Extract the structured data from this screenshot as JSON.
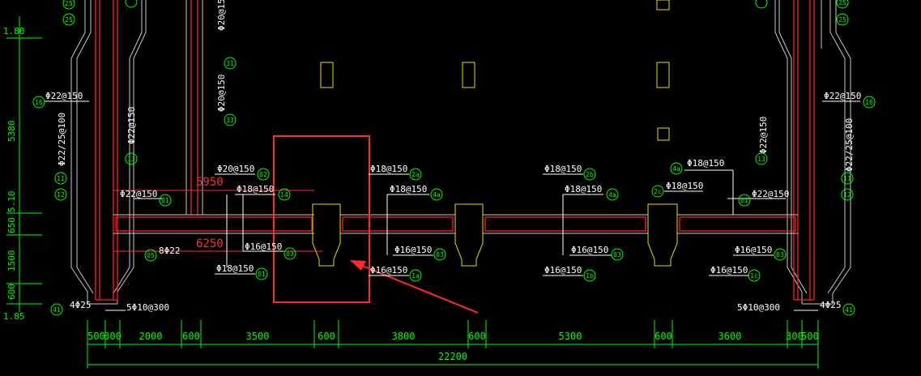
{
  "colors": {
    "background": "#000000",
    "wall": "#c8c8c8",
    "rebar": "#ff2020",
    "concrete": "#e8e000",
    "dim": "#00ff00",
    "label": "#ffffff",
    "callout_circle": "#00ff00",
    "highlight": "#ff2a2a",
    "dim_callout": "#ff3030"
  },
  "left_elevation_marks": [
    "1.80",
    "5380",
    "5.10",
    "650",
    "1500",
    "600",
    "1.85"
  ],
  "callouts": {
    "top_left_a": "25",
    "top_left_b": "25",
    "top_right_a": "25",
    "top_right_b": "25",
    "c31": "31",
    "c33": "33",
    "c16_left": "16",
    "c16_right": "16",
    "c13_left": "13",
    "c13_right": "13",
    "c12_left": "12",
    "c12_right": "12",
    "c11_left": "11",
    "c11_right": "11",
    "c02": "02",
    "c01_top_left": "01",
    "c01_top_right": "01",
    "c14": "14",
    "c05": "05",
    "c03_mid": "03",
    "c01_bot": "01",
    "c2a": "2a",
    "c4a_left": "4a",
    "c03_b": "03",
    "c1a": "1a",
    "c2b": "2b",
    "c4a_mid": "4a",
    "c03_c": "03",
    "c1b": "1b",
    "c4a_right": "4a",
    "c2c": "2c",
    "c03_d": "03",
    "c1c": "1c",
    "c41_left": "41",
    "c41_right": "41"
  },
  "rebar_labels": {
    "l_22_150_left": "Φ22@150",
    "l_22_150_right": "Φ22@150",
    "l_22_150_vert_left": "Φ22@150",
    "l_22_150_vert_right": "Φ22@150",
    "l_22_25_100_left": "Φ22/25@100",
    "l_22_25_100_right": "Φ22/25@100",
    "l_20_150_a": "Φ20@150",
    "l_20_150_b": "Φ20@150",
    "l_20_150_c": "Φ20@150",
    "l_22_150_slab_left": "Φ22@150",
    "l_22_150_slab_right": "Φ22@150",
    "l_18_150_a": "Φ18@150",
    "l_18_150_b": "Φ18@150",
    "l_18_150_c": "Φ18@150",
    "l_18_150_d": "Φ18@150",
    "l_18_150_e": "Φ18@150",
    "l_18_150_f": "Φ18@150",
    "l_18_150_g": "Φ18@150",
    "l_16_150_a": "Φ16@150",
    "l_16_150_b": "Φ16@150",
    "l_16_150_c": "Φ16@150",
    "l_16_150_d": "Φ16@150",
    "l_16_150_e": "Φ16@150",
    "l_16_150_f": "Φ16@150",
    "l_16_150_g": "Φ16@150",
    "l_8_22": "8Φ22",
    "l_4_25_left": "4Φ25",
    "l_4_25_right": "4Φ25",
    "l_5_10_300_left": "5Φ10@300",
    "l_5_10_300_right": "5Φ10@300"
  },
  "dim_callouts": {
    "d5950": "5950",
    "d6250": "6250"
  },
  "bottom_dims": [
    "500",
    "300",
    "2000",
    "600",
    "3500",
    "600",
    "3800",
    "600",
    "5300",
    "600",
    "3600",
    "300",
    "500"
  ],
  "total_dim": "22200"
}
